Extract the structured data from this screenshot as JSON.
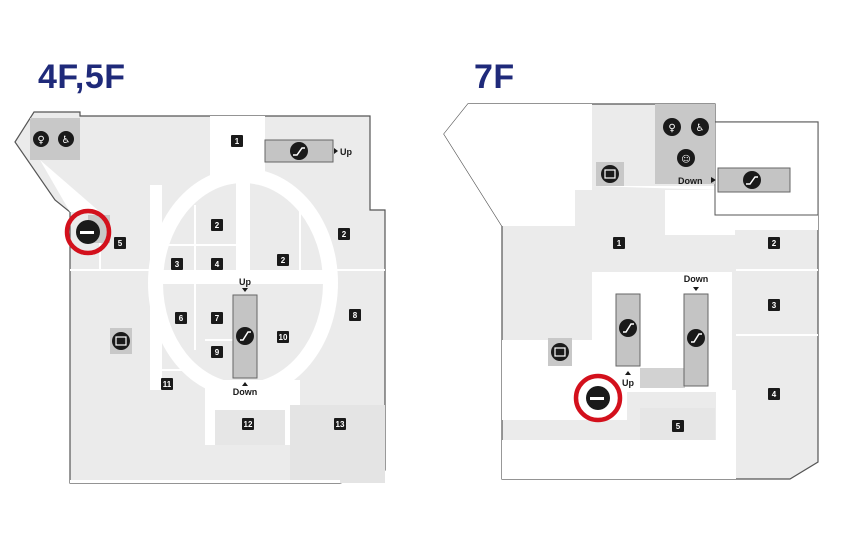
{
  "maps": [
    {
      "title": "4F,5F",
      "shop_numbers": [
        "1",
        "2",
        "2",
        "2",
        "3",
        "4",
        "5",
        "6",
        "7",
        "8",
        "9",
        "10",
        "11",
        "12",
        "13"
      ],
      "escalator_labels": {
        "up": "Up",
        "down": "Down"
      },
      "highlight": "smoking-area"
    },
    {
      "title": "7F",
      "shop_numbers": [
        "1",
        "2",
        "3",
        "4",
        "5"
      ],
      "escalator_labels": {
        "up": "Up",
        "down": "Down",
        "down2": "Down"
      },
      "highlight": "smoking-area"
    }
  ],
  "colors": {
    "title": "#1f2a7a",
    "highlight_ring": "#d3101c",
    "floor_area": "#ebebeb",
    "icon_panel": "#c8c8c8",
    "shop_badge": "#1a1a1a"
  }
}
